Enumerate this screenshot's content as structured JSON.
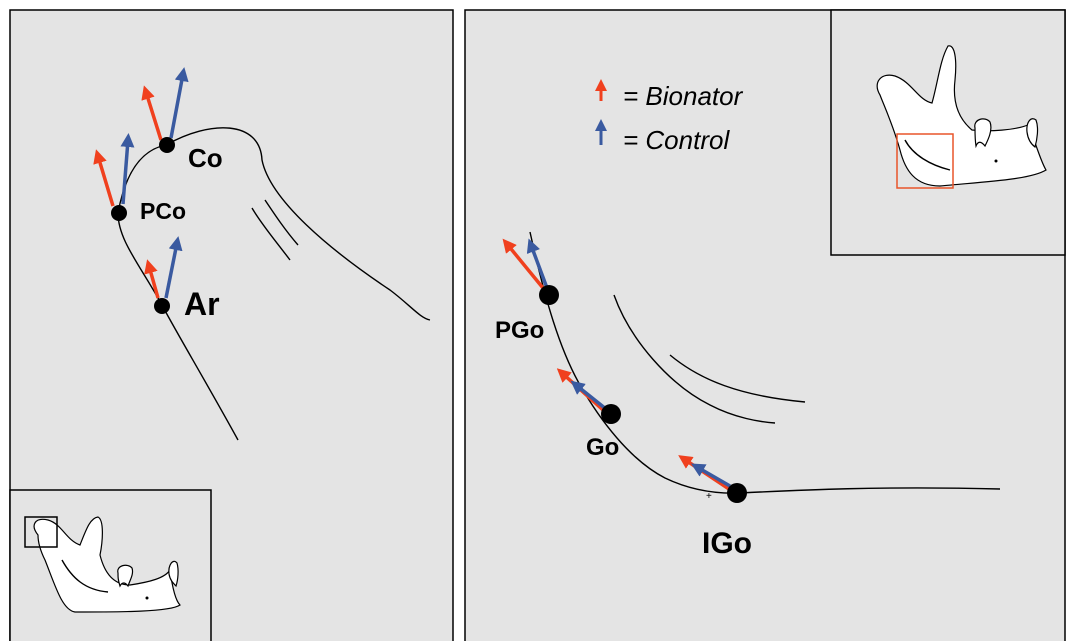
{
  "colors": {
    "panel_background": "#e4e4e4",
    "bionator": "#f0401e",
    "control": "#3a5aa0",
    "inset_highlight": "#e8552a"
  },
  "legend": {
    "bionator_label": "= Bionator",
    "control_label": "= Control"
  },
  "left_panel": {
    "landmarks": {
      "co": "Co",
      "pco": "PCo",
      "ar": "Ar"
    },
    "inset_icon": "mandible-outline-icon"
  },
  "right_panel": {
    "landmarks": {
      "pgo": "PGo",
      "go": "Go",
      "igo": "IGo"
    },
    "inset_icon": "mandible-outline-icon"
  }
}
